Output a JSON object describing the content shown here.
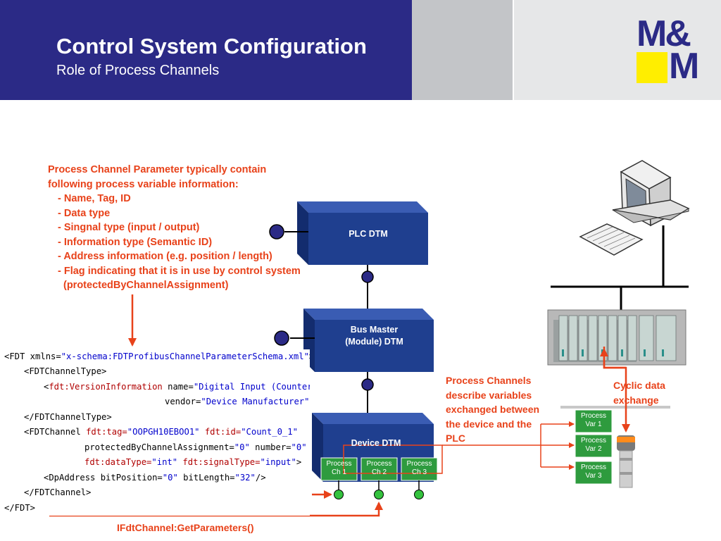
{
  "header": {
    "title": "Control System Configuration",
    "subtitle": "Role of Process Channels",
    "logo_top": "M&",
    "logo_bottom": "M"
  },
  "info": {
    "lines": [
      "Process Channel Parameter typically contain",
      "following process variable information:",
      "   - Name, Tag, ID",
      "   - Data type",
      "   - Singnal type (input / output)",
      "   - Information type (Semantic ID)",
      "   - Address information (e.g. position / length)",
      "   - Flag indicating that it is in use by control system",
      "     (protectedByChannelAssignment)"
    ]
  },
  "dtm": {
    "plc": "PLC DTM",
    "bus_master_line1": "Bus Master",
    "bus_master_line2": "(Module) DTM",
    "device": "Device DTM",
    "channels": [
      {
        "line1": "Process",
        "line2": "Ch 1"
      },
      {
        "line1": "Process",
        "line2": "Ch 2"
      },
      {
        "line1": "Process",
        "line2": "Ch 3"
      }
    ]
  },
  "process_vars": [
    {
      "line1": "Process",
      "line2": "Var 1"
    },
    {
      "line1": "Process",
      "line2": "Var 2"
    },
    {
      "line1": "Process",
      "line2": "Var 3"
    }
  ],
  "labels": {
    "process_channels": [
      "Process Channels",
      "describe variables",
      "exchanged between",
      "the device and the",
      "PLC"
    ],
    "cyclic": [
      "Cyclic data",
      "exchange"
    ],
    "get_parameters": "IFdtChannel:GetParameters()"
  },
  "code": {
    "l1_a": "<FDT xmlns=",
    "l1_b": "\"x-schema:FDTProfibusChannelParameterSchema.xml\"",
    "l1_c": ">",
    "l2": "<FDTChannelType>",
    "l3_a": "<",
    "l3_b": "fdt:VersionInformation",
    "l3_c": " name=",
    "l3_d": "\"Digital Input (Counter",
    "l4_a": "vendor=",
    "l4_b": "\"Device Manufacturer\"",
    "l5": "</FDTChannelType>",
    "l6_a": "<FDTChannel ",
    "l6_b": "fdt:tag=",
    "l6_c": "\"OOPGH10EBOO1\"",
    "l6_d": " fdt:id=",
    "l6_e": "\"Count_0_1\"",
    "l7_a": "protectedByChannelAssignment=",
    "l7_b": "\"0\"",
    "l7_c": " number=",
    "l7_d": "\"0\"",
    "l8_a": "fdt:dataType=",
    "l8_b": "\"int\"",
    "l8_c": " fdt:signalType=",
    "l8_d": "\"input\"",
    "l8_e": ">",
    "l9_a": "<DpAddress bitPosition=",
    "l9_b": "\"0\"",
    "l9_c": " bitLength=",
    "l9_d": "\"32\"",
    "l9_e": "/>",
    "l10": "</FDTChannel>",
    "l11": "</FDT>"
  },
  "colors": {
    "header_blue": "#2b2a86",
    "dtm_blue": "#1f3f8f",
    "proc_green": "#2e9b3e",
    "arrow_red": "#e8421a"
  }
}
